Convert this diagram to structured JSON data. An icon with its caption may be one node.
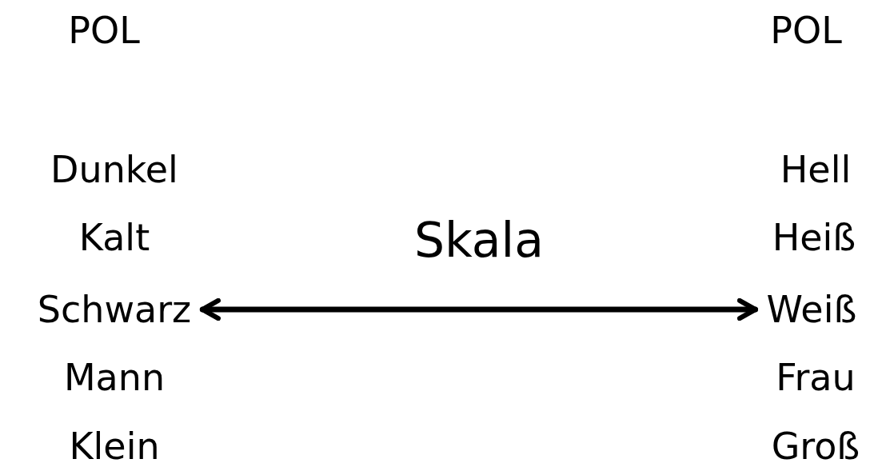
{
  "diagram": {
    "nodes": [
      {
        "text": [
          "Schwarz"
        ]
      },
      {
        "text": [
          "Weiß"
        ]
      }
    ],
    "edges": [
      {
        "from": 0,
        "to": 1,
        "arrow": "both",
        "label": "Skala"
      }
    ],
    "labels": [
      "POL",
      "POL",
      "Dunkel",
      "Hell",
      "Kalt",
      "Heiß",
      "Mann",
      "Frau",
      "Klein",
      "Groß"
    ]
  }
}
